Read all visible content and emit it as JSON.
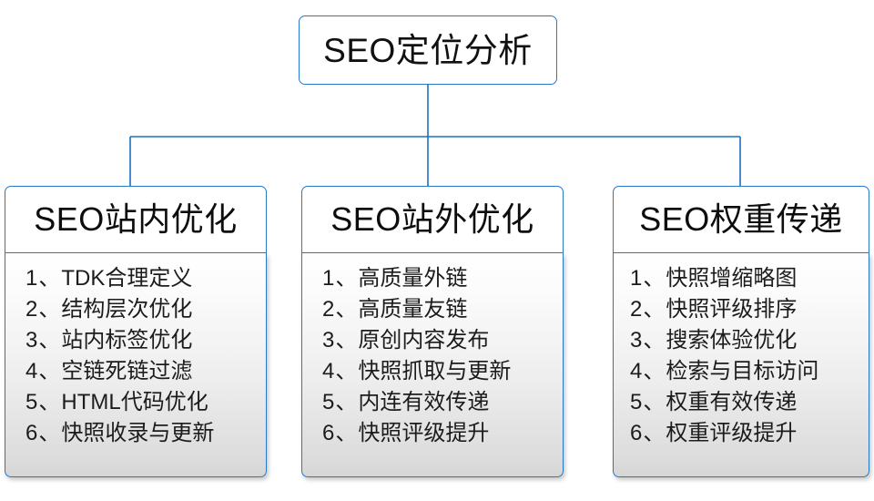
{
  "diagram": {
    "root": {
      "label": "SEO定位分析"
    },
    "connector_color": "#2878c8",
    "border_color": "#2878c8",
    "item_separator": "、",
    "branches": [
      {
        "header": "SEO站内优化",
        "items": [
          {
            "index": "1",
            "text": "TDK合理定义"
          },
          {
            "index": "2",
            "text": "结构层次优化"
          },
          {
            "index": "3",
            "text": "站内标签优化"
          },
          {
            "index": "4",
            "text": "空链死链过滤"
          },
          {
            "index": "5",
            "text": "HTML代码优化"
          },
          {
            "index": "6",
            "text": "快照收录与更新"
          }
        ]
      },
      {
        "header": "SEO站外优化",
        "items": [
          {
            "index": "1",
            "text": "高质量外链"
          },
          {
            "index": "2",
            "text": "高质量友链"
          },
          {
            "index": "3",
            "text": "原创内容发布"
          },
          {
            "index": "4",
            "text": "快照抓取与更新"
          },
          {
            "index": "5",
            "text": "内连有效传递"
          },
          {
            "index": "6",
            "text": "快照评级提升"
          }
        ]
      },
      {
        "header": "SEO权重传递",
        "items": [
          {
            "index": "1",
            "text": "快照增缩略图"
          },
          {
            "index": "2",
            "text": "快照评级排序"
          },
          {
            "index": "3",
            "text": "搜索体验优化"
          },
          {
            "index": "4",
            "text": "检索与目标访问"
          },
          {
            "index": "5",
            "text": "权重有效传递"
          },
          {
            "index": "6",
            "text": "权重评级提升"
          }
        ]
      }
    ]
  }
}
